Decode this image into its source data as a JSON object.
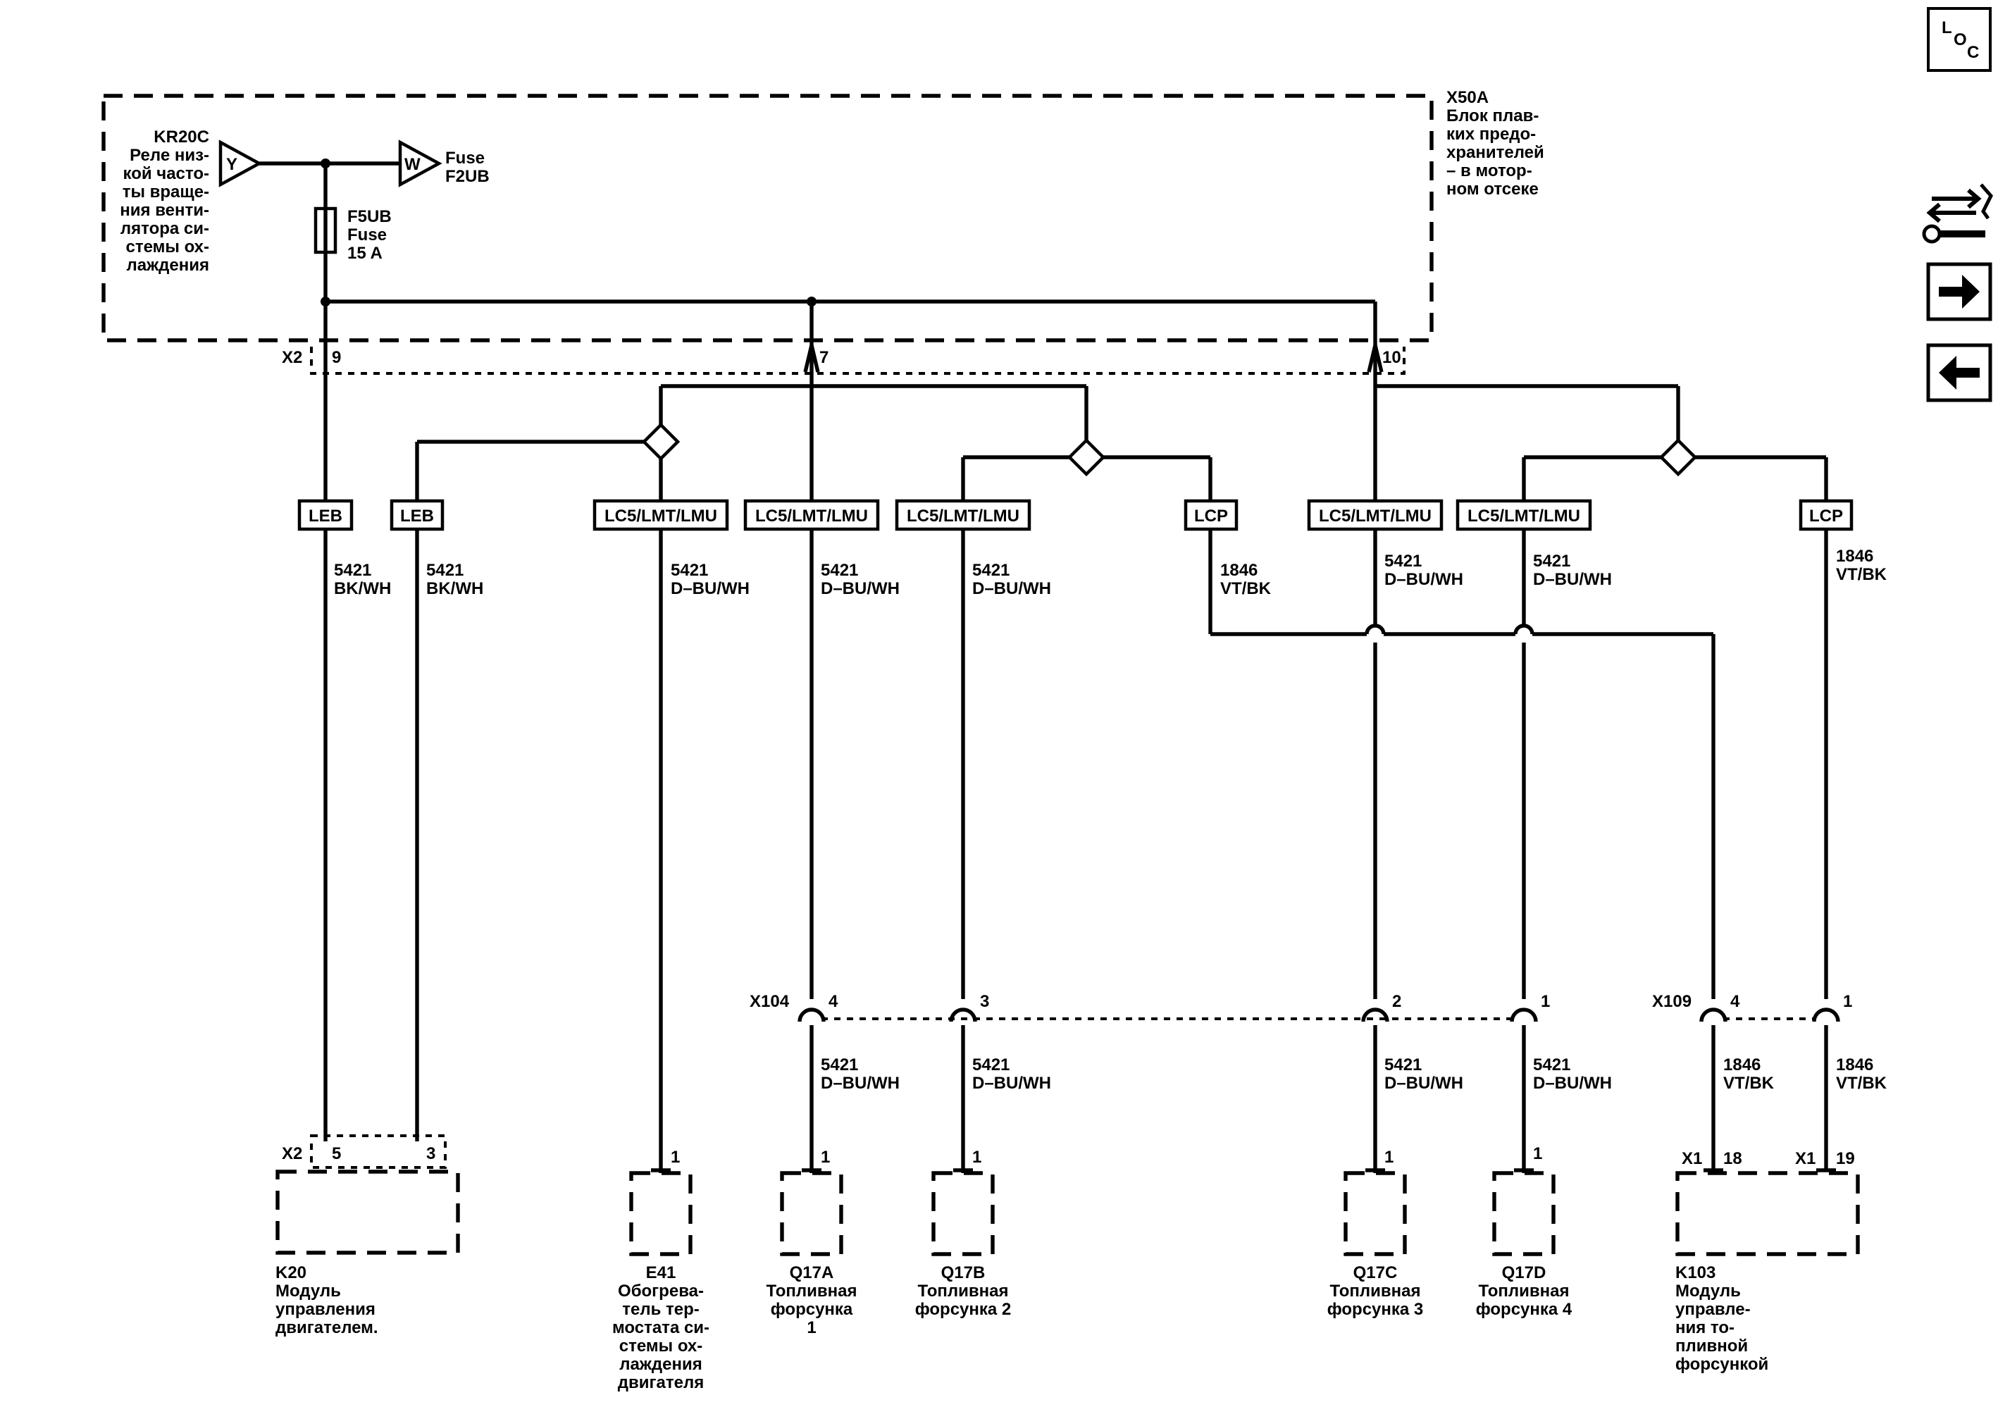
{
  "block": {
    "id": "X50A",
    "desc": [
      "Блок плав-",
      "ких предо-",
      "хранителей",
      "– в мотор-",
      "ном отсеке"
    ]
  },
  "relay": {
    "id": "KR20C",
    "desc": [
      "Реле низ-",
      "кой часто-",
      "ты враще-",
      "ния венти-",
      "лятора си-",
      "стемы ох-",
      "лаждения"
    ],
    "pin_y": "Y"
  },
  "fuse_out": {
    "pin": "W",
    "line1": "Fuse",
    "line2": "F2UB"
  },
  "fuse": {
    "line1": "F5UB",
    "line2": "Fuse",
    "line3": "15 A"
  },
  "x2_top": {
    "id": "X2",
    "pins": [
      "9",
      "7",
      "10"
    ]
  },
  "options": {
    "leb": "LEB",
    "lc5": "LC5/LMT/LMU",
    "lcp": "LCP"
  },
  "wires": {
    "w5421_bkwh": {
      "num": "5421",
      "color": "BK/WH"
    },
    "w5421_dbuwh": {
      "num": "5421",
      "color": "D–BU/WH"
    },
    "w1846_vtbk": {
      "num": "1846",
      "color": "VT/BK"
    }
  },
  "x104": {
    "id": "X104",
    "pins": [
      "4",
      "3",
      "2",
      "1"
    ]
  },
  "x109": {
    "id": "X109",
    "pins": [
      "4",
      "1"
    ]
  },
  "k20": {
    "conn": "X2",
    "pins": [
      "5",
      "3"
    ],
    "id": "K20",
    "desc": [
      "Модуль",
      "управления",
      "двигателем."
    ]
  },
  "e41": {
    "pin": "1",
    "id": "E41",
    "desc": [
      "Обогрева-",
      "тель тер-",
      "мостата си-",
      "стемы ох-",
      "лаждения",
      "двигателя"
    ]
  },
  "q17a": {
    "pin": "1",
    "id": "Q17A",
    "desc": [
      "Топливная",
      "форсунка",
      "1"
    ]
  },
  "q17b": {
    "pin": "1",
    "id": "Q17B",
    "desc": [
      "Топливная",
      "форсунка 2"
    ]
  },
  "q17c": {
    "pin": "1",
    "id": "Q17C",
    "desc": [
      "Топливная",
      "форсунка 3"
    ]
  },
  "q17d": {
    "pin": "1",
    "id": "Q17D",
    "desc": [
      "Топливная",
      "форсунка 4"
    ]
  },
  "k103": {
    "conn": "X1",
    "pins": [
      "18",
      "19"
    ],
    "id": "K103",
    "desc": [
      "Модуль",
      "управле-",
      "ния то-",
      "пливной",
      "форсункой"
    ]
  },
  "loc": {
    "l": "L",
    "o": "O",
    "c": "C"
  }
}
